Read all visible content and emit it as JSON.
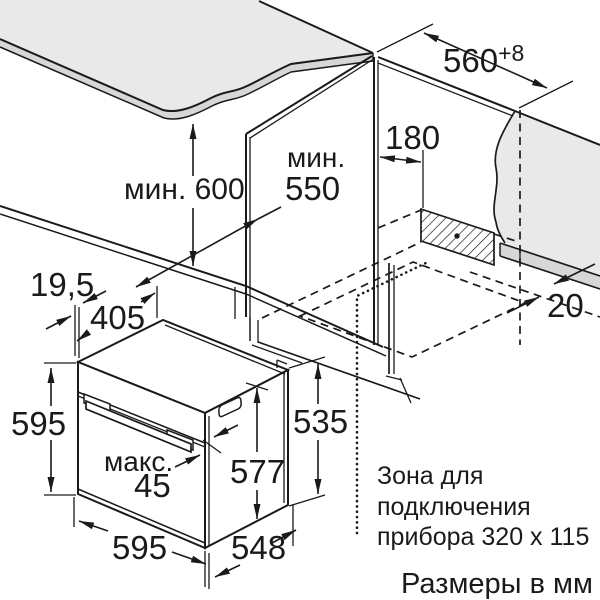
{
  "diagram": {
    "type": "appliance-installation-drawing",
    "units_note": "Размеры в мм",
    "labels": {
      "min_600": "мин. 600",
      "min_550_l1": "мин.",
      "min_550_l2": "550",
      "d560": "560",
      "d560_sup": "+8",
      "d180": "180",
      "d20": "20",
      "d19_5": "19,5",
      "d405": "405",
      "d595_left": "595",
      "d535": "535",
      "d577": "577",
      "max45_l1": "макс.",
      "max45_l2": "45",
      "d595_bottom": "595",
      "d548": "548",
      "zone_l1": "Зона для",
      "zone_l2": "подключения",
      "zone_l3": "прибора 320 x 115"
    },
    "colors": {
      "line": "#1a1a1a",
      "surface_fill": "#e9e9e9",
      "edge_fill": "#d7d7d7",
      "background": "#ffffff"
    }
  }
}
